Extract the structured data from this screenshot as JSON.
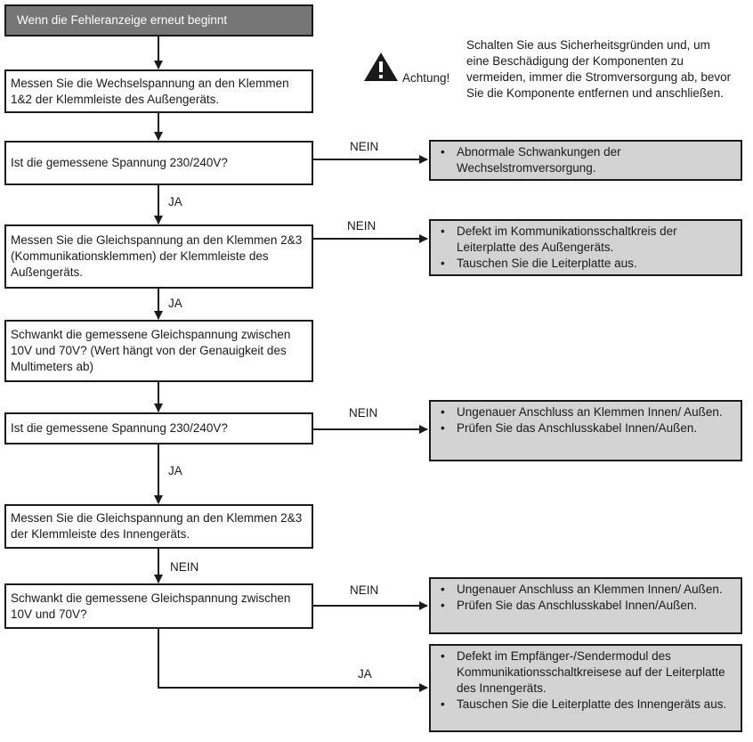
{
  "header": {
    "title": "Wenn die Fehleranzeige erneut beginnt"
  },
  "warning": {
    "icon": "warning-triangle-icon",
    "label": "Achtung!",
    "text": "Schalten Sie aus Sicherheitsgründen und, um eine Beschädigung der Komponenten zu vermeiden, immer die Stromversorgung ab, bevor Sie die Komponente entfernen und anschließen."
  },
  "steps": {
    "s1": "Messen Sie die Wechselspannung an den Klemmen 1&2 der Klemmleiste des Außengeräts.",
    "s2": "Ist die gemessene Spannung 230/240V?",
    "s3": "Messen Sie die Gleichspannung an den Klemmen 2&3 (Kommunikationsklemmen) der Klemmleiste des Außengeräts.",
    "s4": "Schwankt die gemessene Gleichspannung zwischen 10V und 70V? (Wert hängt von der Genauigkeit des Multimeters ab)",
    "s5": "Ist die gemessene Spannung 230/240V?",
    "s6": "Messen Sie die Gleichspannung an den Klemmen 2&3 der Klemmleiste des Innengeräts.",
    "s7": "Schwankt die gemessene Gleichspannung zwischen 10V und 70V?"
  },
  "results": {
    "r1": [
      "Abnormale Schwankungen der Wechselstromversorgung."
    ],
    "r2": [
      "Defekt im Kommunikationsschaltkreis der Leiterplatte des Außengeräts.",
      "Tauschen Sie die Leiterplatte aus."
    ],
    "r3": [
      "Ungenauer Anschluss an Klemmen Innen/ Außen.",
      "Prüfen Sie das Anschlusskabel Innen/Außen."
    ],
    "r4": [
      "Ungenauer Anschluss an Klemmen Innen/ Außen.",
      "Prüfen Sie das Anschlusskabel Innen/Außen."
    ],
    "r5": [
      "Defekt im Empfänger-/Sendermodul des Kommunikationsschaltkreisese auf der Leiterplatte des Innengeräts.",
      "Tauschen Sie die Leiterplatte des Innengeräts aus."
    ]
  },
  "labels": {
    "nein1": "NEIN",
    "ja1": "JA",
    "nein2": "NEIN",
    "ja2": "JA",
    "nein3": "NEIN",
    "ja3": "JA",
    "nein4": "NEIN",
    "nein5": "NEIN",
    "ja5": "JA"
  },
  "colors": {
    "header_bg": "#767676",
    "result_bg": "#d3d3d3",
    "line": "#1a1a1a"
  }
}
